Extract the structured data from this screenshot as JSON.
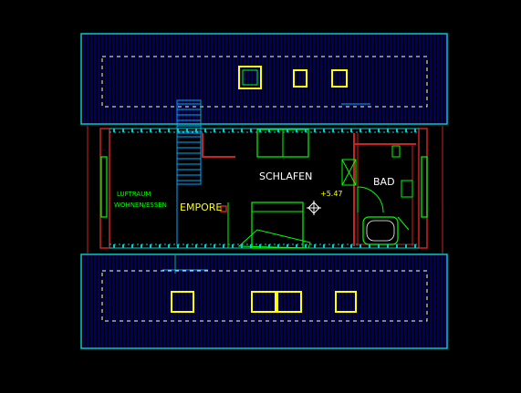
{
  "labels": {
    "schlafen": "SCHLAFEN",
    "bad": "BAD",
    "empore": "EMPORE",
    "luftraum_line1": "LUFTRAUM",
    "luftraum_line2": "WOHNEN/ESSEN",
    "level": "+5.47"
  },
  "colors": {
    "background": "#000000",
    "roof_hatch": "#0000cc",
    "roof_outline": "#00cccc",
    "wall": "#cc2222",
    "fixture": "#00dd00",
    "window": "#ffff00",
    "text_white": "#ffffff",
    "text_yellow": "#ffff00",
    "text_green": "#00ff00",
    "stair": "#00aaff"
  }
}
